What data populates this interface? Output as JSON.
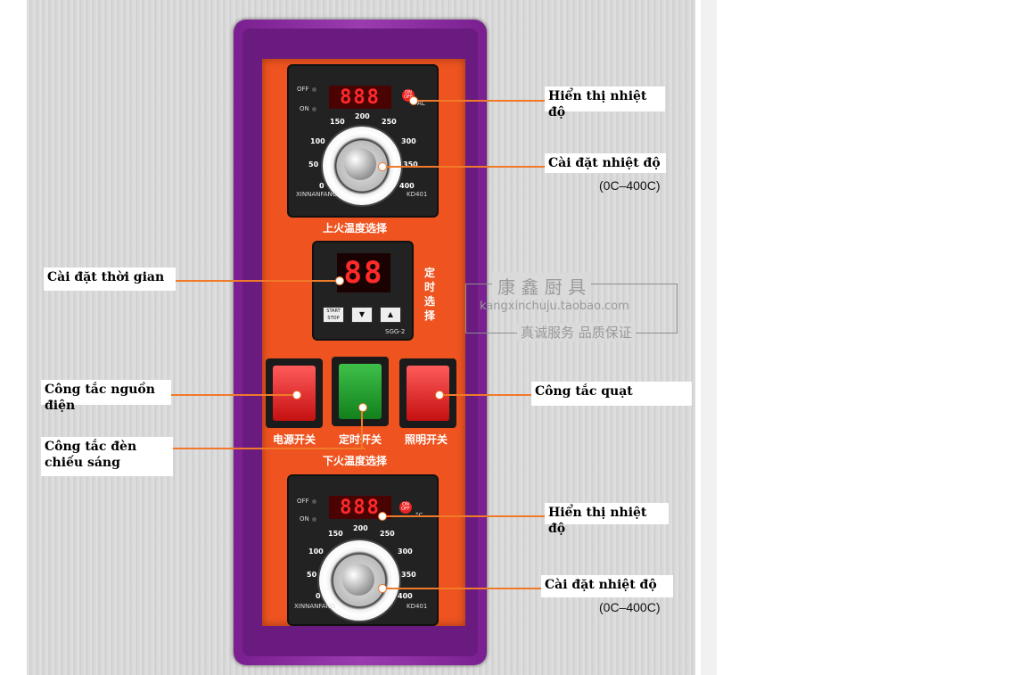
{
  "annotations": {
    "top_display": "Hiển thị nhiệt độ",
    "top_setting": "Cài đặt nhiệt độ",
    "top_range": "(0C–400C)",
    "timer": "Cài đặt thời gian",
    "power_switch": "Công tắc nguồn điện",
    "fan_switch": "Công tắc quạt",
    "light_switch": "Công tắc đèn chiếu sáng",
    "bottom_display": "Hiển thị nhiệt độ",
    "bottom_setting": "Cài đặt nhiệt độ",
    "bottom_range": "(0C–400C)"
  },
  "top_controller": {
    "off": "OFF",
    "on": "ON",
    "onoff": "ON OFF",
    "al": "AL",
    "display": "888",
    "brand": "XINNANFANG",
    "model": "KD401",
    "scale": [
      "150",
      "200",
      "250",
      "100",
      "300",
      "50",
      "350",
      "0",
      "400"
    ],
    "caption": "上火温度选择"
  },
  "timer_panel": {
    "display": "88",
    "caption": "定时选择",
    "start_stop": "START STOP",
    "down": "▼",
    "up": "▲",
    "model": "SGG-2"
  },
  "switches": {
    "power": "电源开关",
    "timer": "定时开关",
    "light": "照明开关"
  },
  "bottom_caption": "下火温度选择",
  "bottom_controller": {
    "off": "OFF",
    "on": "ON",
    "onoff": "ON OFF",
    "unit": "°C",
    "display": "888",
    "brand": "XINNANFANG",
    "model": "KD401",
    "scale": [
      "150",
      "200",
      "250",
      "100",
      "300",
      "50",
      "350",
      "0",
      "400"
    ]
  },
  "watermark": {
    "brand": "康 鑫 厨 具",
    "url": "kangxinchuju.taobao.com",
    "slogan": "真诚服务 品质保证"
  },
  "colors": {
    "panel": "#ef5420",
    "frame": "#8a2aa0",
    "leader": "#f07a2a"
  }
}
